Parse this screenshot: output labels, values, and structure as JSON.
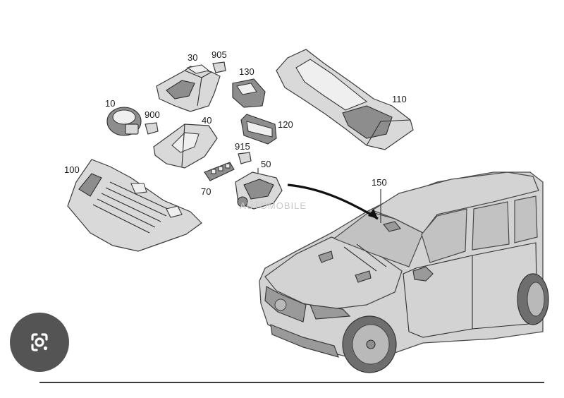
{
  "labels": {
    "p30": "30",
    "p905": "905",
    "p130": "130",
    "p110": "110",
    "p10": "10",
    "p900": "900",
    "p40": "40",
    "p120": "120",
    "p915": "915",
    "p50": "50",
    "p100": "100",
    "p70": "70",
    "p150": "150"
  },
  "watermark": "AUTOMOBILE",
  "icons": {
    "lens": "google-lens-icon"
  },
  "colors": {
    "line_color": "#3b3b3b",
    "lens_bg": "#545454"
  }
}
